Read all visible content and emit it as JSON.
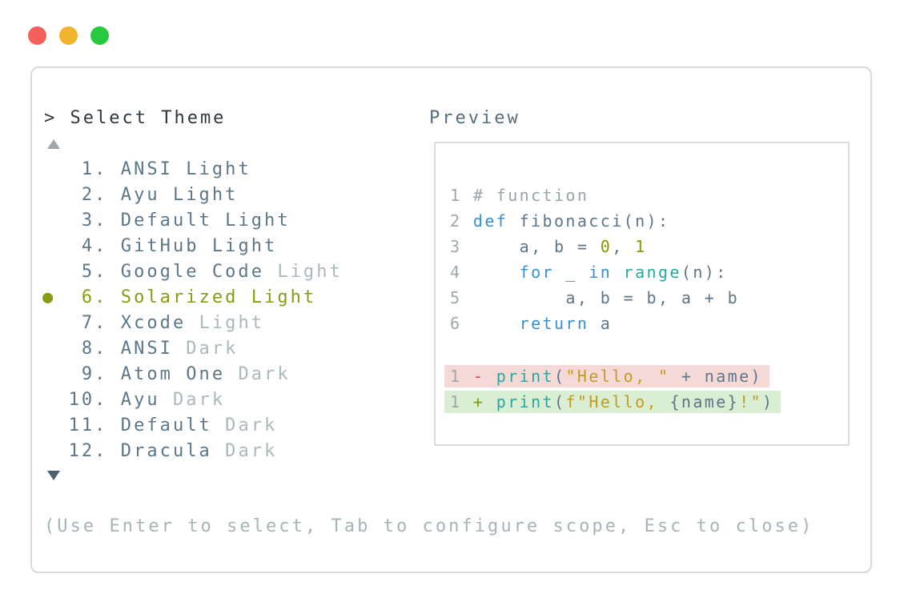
{
  "window": {
    "controls": [
      {
        "name": "close",
        "color": "#f4615c"
      },
      {
        "name": "minimize",
        "color": "#f2b42e"
      },
      {
        "name": "zoom",
        "color": "#27c93f"
      }
    ]
  },
  "panel": {
    "title": "> Select Theme",
    "help": "(Use Enter to select, Tab to configure scope, Esc to close)",
    "list": {
      "selected_bullet": "●",
      "scroll_up_icon": "▲",
      "scroll_down_icon": "▼",
      "items": [
        {
          "number": 1,
          "name": "ANSI",
          "variant": "Light",
          "variant_muted": false,
          "selected": false
        },
        {
          "number": 2,
          "name": "Ayu",
          "variant": "Light",
          "variant_muted": false,
          "selected": false
        },
        {
          "number": 3,
          "name": "Default",
          "variant": "Light",
          "variant_muted": false,
          "selected": false
        },
        {
          "number": 4,
          "name": "GitHub",
          "variant": "Light",
          "variant_muted": false,
          "selected": false
        },
        {
          "number": 5,
          "name": "Google Code",
          "variant": "Light",
          "variant_muted": true,
          "selected": false
        },
        {
          "number": 6,
          "name": "Solarized",
          "variant": "Light",
          "variant_muted": false,
          "selected": true
        },
        {
          "number": 7,
          "name": "Xcode",
          "variant": "Light",
          "variant_muted": true,
          "selected": false
        },
        {
          "number": 8,
          "name": "ANSI",
          "variant": "Dark",
          "variant_muted": true,
          "selected": false
        },
        {
          "number": 9,
          "name": "Atom One",
          "variant": "Dark",
          "variant_muted": true,
          "selected": false
        },
        {
          "number": 10,
          "name": "Ayu",
          "variant": "Dark",
          "variant_muted": true,
          "selected": false
        },
        {
          "number": 11,
          "name": "Default",
          "variant": "Dark",
          "variant_muted": true,
          "selected": false
        },
        {
          "number": 12,
          "name": "Dracula",
          "variant": "Dark",
          "variant_muted": true,
          "selected": false
        }
      ]
    },
    "preview": {
      "label": "Preview",
      "lines": [
        {
          "diff": null,
          "tokens": [
            {
              "t": "1 ",
              "c": "lineno"
            },
            {
              "t": "# function",
              "c": "comment"
            }
          ]
        },
        {
          "diff": null,
          "tokens": [
            {
              "t": "2 ",
              "c": "lineno"
            },
            {
              "t": "def",
              "c": "keyword"
            },
            {
              "t": " fibonacci(n):",
              "c": "default"
            }
          ]
        },
        {
          "diff": null,
          "tokens": [
            {
              "t": "3 ",
              "c": "lineno"
            },
            {
              "t": "    a, b = ",
              "c": "default"
            },
            {
              "t": "0",
              "c": "number"
            },
            {
              "t": ", ",
              "c": "default"
            },
            {
              "t": "1",
              "c": "number"
            }
          ]
        },
        {
          "diff": null,
          "tokens": [
            {
              "t": "4 ",
              "c": "lineno"
            },
            {
              "t": "    ",
              "c": "default"
            },
            {
              "t": "for",
              "c": "keyword"
            },
            {
              "t": " _ ",
              "c": "default"
            },
            {
              "t": "in",
              "c": "keyword"
            },
            {
              "t": " ",
              "c": "default"
            },
            {
              "t": "range",
              "c": "builtin"
            },
            {
              "t": "(n):",
              "c": "default"
            }
          ]
        },
        {
          "diff": null,
          "tokens": [
            {
              "t": "5 ",
              "c": "lineno"
            },
            {
              "t": "        a, b = b, a + b",
              "c": "default"
            }
          ]
        },
        {
          "diff": null,
          "tokens": [
            {
              "t": "6 ",
              "c": "lineno"
            },
            {
              "t": "    ",
              "c": "default"
            },
            {
              "t": "return",
              "c": "keyword"
            },
            {
              "t": " a",
              "c": "default"
            }
          ]
        },
        {
          "diff": null,
          "tokens": []
        },
        {
          "diff": "removed",
          "tokens": [
            {
              "t": "1 ",
              "c": "lineno"
            },
            {
              "t": "- ",
              "c": "minus"
            },
            {
              "t": "print",
              "c": "builtin"
            },
            {
              "t": "(",
              "c": "default"
            },
            {
              "t": "\"Hello, \"",
              "c": "string"
            },
            {
              "t": " + name)",
              "c": "default"
            }
          ]
        },
        {
          "diff": "added",
          "tokens": [
            {
              "t": "1 ",
              "c": "lineno"
            },
            {
              "t": "+ ",
              "c": "plus"
            },
            {
              "t": "print",
              "c": "builtin"
            },
            {
              "t": "(",
              "c": "default"
            },
            {
              "t": "f\"Hello, ",
              "c": "string"
            },
            {
              "t": "{name}",
              "c": "default"
            },
            {
              "t": "!\"",
              "c": "string"
            },
            {
              "t": ")",
              "c": "default"
            }
          ]
        }
      ]
    }
  },
  "colors": {
    "accent_selected": "#8a9a14",
    "list_text": "#5d7787",
    "list_text_muted": "#abb8bd",
    "help_text": "#a8b5b6",
    "diff_removed_bg": "#f4d9d7",
    "diff_added_bg": "#d9eed3",
    "syntax_keyword": "#3a8fd0",
    "syntax_builtin": "#2ba89d",
    "syntax_string": "#c29d1e",
    "syntax_number": "#859900",
    "syntax_comment": "#98a5a7",
    "diff_minus": "#de3f3b",
    "diff_plus": "#859900"
  }
}
